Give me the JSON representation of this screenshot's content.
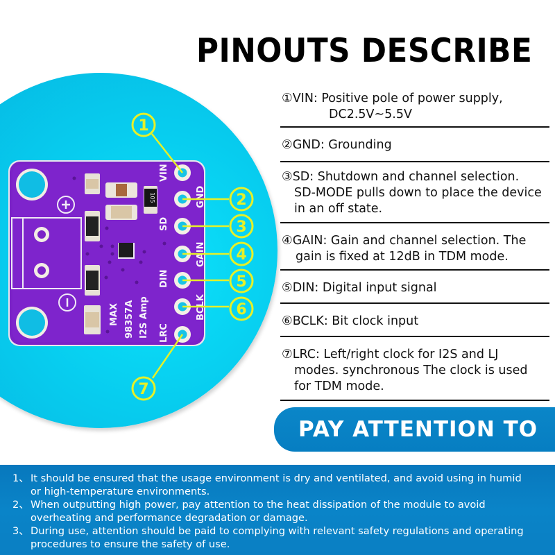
{
  "header": {
    "title": "PINOUTS DESCRIBE"
  },
  "board": {
    "silkscreen": {
      "chip_line1": "MAX",
      "chip_line2": "98357A",
      "chip_line3": "I2S Amp",
      "resistor_code": "105",
      "plus": "+",
      "minus": "−"
    },
    "pins": [
      {
        "num": "1",
        "label": "VIN"
      },
      {
        "num": "2",
        "label": "GND"
      },
      {
        "num": "3",
        "label": "SD"
      },
      {
        "num": "4",
        "label": "GAIN"
      },
      {
        "num": "5",
        "label": "DIN"
      },
      {
        "num": "6",
        "label": "BCLK"
      },
      {
        "num": "7",
        "label": "LRC"
      }
    ],
    "colors": {
      "circle": "#07cdef",
      "pcb": "#7d22c9",
      "callout": "#e6f028"
    }
  },
  "pinouts": [
    {
      "line1": "①VIN: Positive pole of power supply,",
      "line2": "DC2.5V~5.5V"
    },
    {
      "line1": "②GND:  Grounding",
      "line2": ""
    },
    {
      "line1": "③SD:  Shutdown and channel selection.",
      "line2": "SD-MODE pulls down to place the device",
      "line3": "in an off state."
    },
    {
      "line1": "④GAIN:  Gain and channel selection. The",
      "line2": "gain is fixed at 12dB in TDM mode."
    },
    {
      "line1": "⑤DIN:  Digital input signal",
      "line2": ""
    },
    {
      "line1": "⑥BCLK: Bit clock input",
      "line2": ""
    },
    {
      "line1": "⑦LRC:  Left/right clock for I2S and LJ",
      "line2": "modes. synchronous The clock is used",
      "line3": "for TDM mode."
    }
  ],
  "attention": {
    "banner": "PAY ATTENTION TO",
    "notes": [
      {
        "num": "1、",
        "text": "It should be ensured that the usage environment is dry and ventilated, and avoid using in humid or high-temperature environments."
      },
      {
        "num": "2、",
        "text": "When outputting high power, pay attention to the heat dissipation of the module to avoid overheating and performance degradation or damage."
      },
      {
        "num": "3、",
        "text": "During use, attention should be paid to complying with relevant safety regulations and operating procedures to ensure the safety of use."
      }
    ]
  }
}
